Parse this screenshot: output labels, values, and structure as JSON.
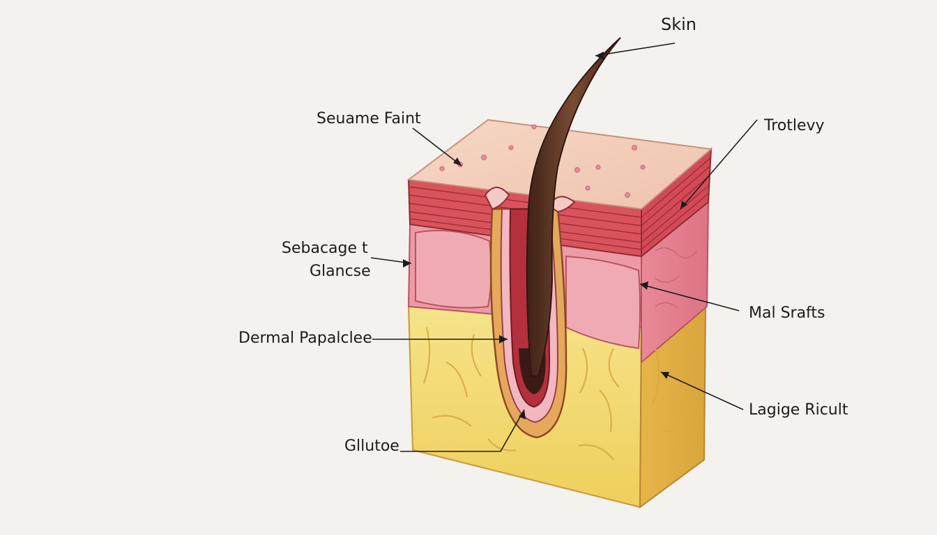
{
  "labels": {
    "skin": "Skin",
    "sebaceous_faint": "Seuame Faint",
    "trotlevy": "Trotlevy",
    "sebaceous_gland_line1": "Sebacage t",
    "sebaceous_gland_line2": "Glancse",
    "hair_shafts": "Mal Srafts",
    "dermal_papilla": "Dermal Papalclee",
    "large_reticular": "Lagige Ricult",
    "glutoe": "Gllutoe"
  },
  "colors": {
    "background": "#f4f2ee",
    "epidermis_top": "#f3cdb9",
    "epidermis_layers": "#d9535c",
    "dermis": "#ec9aa6",
    "subcutaneous_fat": "#f2d86c",
    "hair_shaft": "#5a3322",
    "follicle_sheath": "#e6a85a",
    "outline": "#5a2a22"
  }
}
